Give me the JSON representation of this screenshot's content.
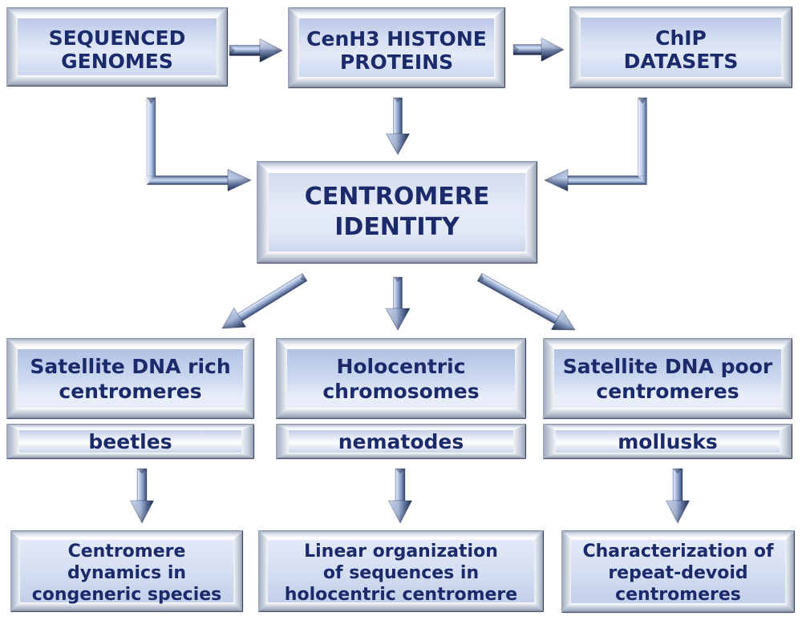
{
  "diagram": {
    "background_color": "#ffffff",
    "box_fill_color": "#ccd7ee",
    "text_color": "#1a2a6b",
    "arrow_color": "#8ca0c6",
    "nodes": {
      "sequenced_genomes": {
        "label": "SEQUENCED\nGENOMES"
      },
      "cenh3_histone_proteins": {
        "label": "CenH3 HISTONE\nPROTEINS"
      },
      "chip_datasets": {
        "label": "ChIP\nDATASETS"
      },
      "centromere_identity": {
        "label": "CENTROMERE\nIDENTITY"
      },
      "satellite_rich": {
        "label": "Satellite DNA rich\ncentromeres"
      },
      "holocentric": {
        "label": "Holocentric\nchromosomes"
      },
      "satellite_poor": {
        "label": "Satellite DNA poor\ncentromeres"
      },
      "beetles": {
        "label": "beetles"
      },
      "nematodes": {
        "label": "nematodes"
      },
      "mollusks": {
        "label": "mollusks"
      },
      "outcome_rich": {
        "label": "Centromere\ndynamics in\ncongeneric species"
      },
      "outcome_holo": {
        "label": "Linear organization\nof sequences in\nholocentric centromere"
      },
      "outcome_poor": {
        "label": "Characterization of\nrepeat-devoid\ncentromeres"
      }
    },
    "edges": [
      {
        "from": "sequenced_genomes",
        "to": "cenh3_histone_proteins"
      },
      {
        "from": "cenh3_histone_proteins",
        "to": "chip_datasets"
      },
      {
        "from": "cenh3_histone_proteins",
        "to": "centromere_identity"
      },
      {
        "from": "sequenced_genomes",
        "to": "centromere_identity"
      },
      {
        "from": "chip_datasets",
        "to": "centromere_identity"
      },
      {
        "from": "centromere_identity",
        "to": "satellite_rich"
      },
      {
        "from": "centromere_identity",
        "to": "holocentric"
      },
      {
        "from": "centromere_identity",
        "to": "satellite_poor"
      },
      {
        "from": "beetles",
        "to": "outcome_rich"
      },
      {
        "from": "nematodes",
        "to": "outcome_holo"
      },
      {
        "from": "mollusks",
        "to": "outcome_poor"
      }
    ]
  }
}
